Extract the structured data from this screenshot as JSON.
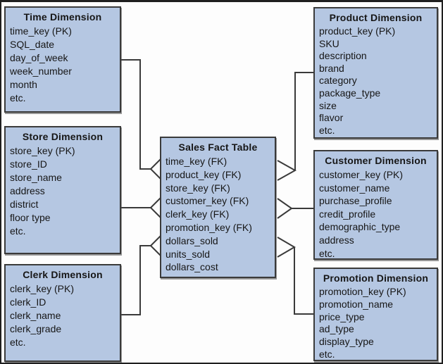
{
  "diagram_type": "star-schema-entity-relationship",
  "colors": {
    "box_fill": "#b5c7e2",
    "box_border": "#3a3a3a",
    "connector_line": "#3a3a3a",
    "background": "#fdfdfd",
    "text": "#161616"
  },
  "tables": {
    "time": {
      "title": "Time Dimension",
      "fields": [
        "time_key (PK)",
        "SQL_date",
        "day_of_week",
        "week_number",
        "month",
        "etc."
      ]
    },
    "store": {
      "title": "Store Dimension",
      "fields": [
        "store_key (PK)",
        "store_ID",
        "store_name",
        "address",
        "district",
        "floor type",
        "etc."
      ]
    },
    "clerk": {
      "title": "Clerk Dimension",
      "fields": [
        "clerk_key (PK)",
        "clerk_ID",
        "clerk_name",
        "clerk_grade",
        "etc."
      ]
    },
    "fact": {
      "title": "Sales Fact Table",
      "fields": [
        "time_key (FK)",
        "product_key (FK)",
        "store_key (FK)",
        "customer_key (FK)",
        "clerk_key (FK)",
        "promotion_key (FK)",
        "dollars_sold",
        "units_sold",
        "dollars_cost"
      ]
    },
    "product": {
      "title": "Product Dimension",
      "fields": [
        "product_key (PK)",
        "SKU",
        "description",
        "brand",
        "category",
        "package_type",
        "size",
        "flavor",
        "etc."
      ]
    },
    "customer": {
      "title": "Customer Dimension",
      "fields": [
        "customer_key (PK)",
        "customer_name",
        "purchase_profile",
        "credit_profile",
        "demographic_type",
        "address",
        "etc."
      ]
    },
    "promotion": {
      "title": "Promotion Dimension",
      "fields": [
        "promotion_key (PK)",
        "promotion_name",
        "price_type",
        "ad_type",
        "display_type",
        "etc."
      ]
    }
  },
  "connections": [
    {
      "from": "Time Dimension",
      "to": "Sales Fact Table",
      "many_end": "fact"
    },
    {
      "from": "Store Dimension",
      "to": "Sales Fact Table",
      "many_end": "fact"
    },
    {
      "from": "Clerk Dimension",
      "to": "Sales Fact Table",
      "many_end": "fact"
    },
    {
      "from": "Product Dimension",
      "to": "Sales Fact Table",
      "many_end": "fact"
    },
    {
      "from": "Customer Dimension",
      "to": "Sales Fact Table",
      "many_end": "fact"
    },
    {
      "from": "Promotion Dimension",
      "to": "Sales Fact Table",
      "many_end": "fact"
    }
  ]
}
